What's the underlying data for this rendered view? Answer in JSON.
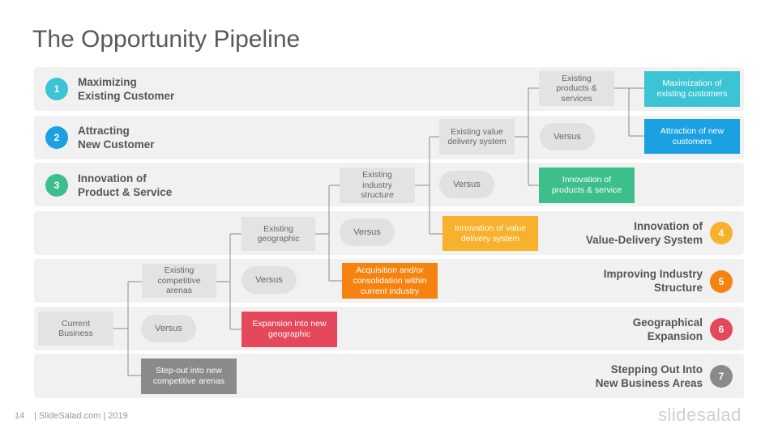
{
  "title": "The Opportunity Pipeline",
  "rows": [
    {
      "num": "1",
      "line1": "Maximizing",
      "line2": "Existing Customer",
      "color": "#3cc4d4"
    },
    {
      "num": "2",
      "line1": "Attracting",
      "line2": "New Customer",
      "color": "#1ba1e2"
    },
    {
      "num": "3",
      "line1": "Innovation of",
      "line2": "Product & Service",
      "color": "#3dbf8c"
    },
    {
      "num": "4",
      "line1": "Innovation of",
      "line2": "Value-Delivery System",
      "color": "#f8b12c"
    },
    {
      "num": "5",
      "line1": "Improving Industry",
      "line2": "Structure",
      "color": "#f6830f"
    },
    {
      "num": "6",
      "line1": "Geographical",
      "line2": "Expansion",
      "color": "#e5475b"
    },
    {
      "num": "7",
      "line1": "Stepping Out Into",
      "line2": "New Business Areas",
      "color": "#8a8a8a"
    }
  ],
  "nodes": {
    "current": "Current Business",
    "arenas": "Existing competitive arenas",
    "geographic": "Existing geographic",
    "industry": "Existing industry structure",
    "delivery": "Existing value delivery system",
    "products": "Existing products & services"
  },
  "versus_label": "Versus",
  "outcomes": {
    "maximization": "Maximization of existing customers",
    "attraction": "Attraction of new customers",
    "innovation_product": "Innovation of products & service",
    "innovation_delivery": "Innovation of value delivery system",
    "acquisition": "Acquisition and/or consolidation within current industry",
    "expansion": "Expansion into new geographic",
    "stepout": "Step-out into new competitive arenas"
  },
  "footer": {
    "page": "14",
    "text": "| SlideSalad.com | 2019",
    "logo": "slidesalad"
  }
}
